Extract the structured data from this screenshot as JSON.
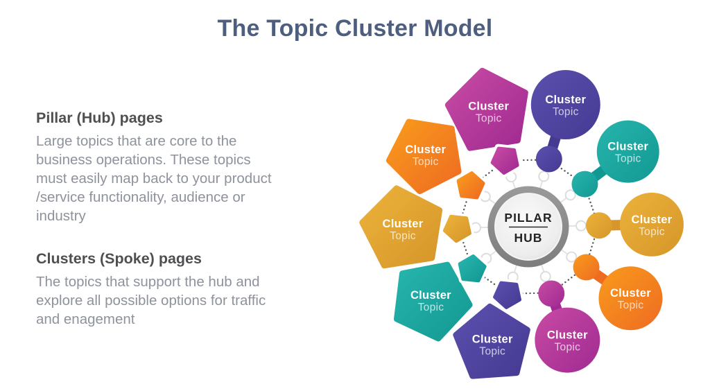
{
  "title": "The Topic Cluster Model",
  "left_panel": {
    "sections": [
      {
        "heading": "Pillar (Hub) pages",
        "body": "Large topics that are core to the\nbusiness operations. These topics\nmust easily map back to your product\n/service functionality, audience or\nindustry"
      },
      {
        "heading": "Clusters (Spoke) pages",
        "body": "The topics that support the hub and\nexplore all possible options for traffic\nand enagement"
      }
    ]
  },
  "palette": {
    "title_color": "#4e5e7e",
    "heading_color": "#4f4f52",
    "body_color": "#8d929c"
  },
  "diagram": {
    "hub": {
      "label_top": "PILLAR",
      "label_bottom": "HUB",
      "ring_color": "#8b8b8b",
      "face_color": "#ececec",
      "text_color": "#242424"
    },
    "dotted_ring_color": "#575757",
    "spider_line_color": "#e3e3e3",
    "node_stroke_color": "#dddddd",
    "spokes": [
      {
        "name": "purple-circle-top",
        "type": "circle",
        "angle": -73,
        "dist": 184,
        "r": 50,
        "color_light": "#5b50ae",
        "color_dark": "#453a92",
        "label": {
          "line1": "Cluster",
          "line2": "Topic"
        }
      },
      {
        "name": "teal-circle-upper-right",
        "type": "circle",
        "angle": -37,
        "dist": 180,
        "r": 45,
        "color_light": "#27b5ad",
        "color_dark": "#129892",
        "label": {
          "line1": "Cluster",
          "line2": "Topic"
        }
      },
      {
        "name": "gold-circle-right",
        "type": "circle",
        "angle": -1,
        "dist": 178,
        "r": 46,
        "color_light": "#ecb23a",
        "color_dark": "#d6962a",
        "label": {
          "line1": "Cluster",
          "line2": "Topic"
        }
      },
      {
        "name": "orange-circle-lower-right",
        "type": "circle",
        "angle": 35,
        "dist": 180,
        "r": 46,
        "color_light": "#f99b1c",
        "color_dark": "#ee6b22",
        "label": {
          "line1": "Cluster",
          "line2": "Topic"
        }
      },
      {
        "name": "magenta-circle-bottom",
        "type": "circle",
        "angle": 71,
        "dist": 173,
        "r": 47,
        "color_light": "#c84ba4",
        "color_dark": "#a02a91",
        "label": {
          "line1": "Cluster",
          "line2": "Topic"
        }
      },
      {
        "name": "purple-pentagon-bottom",
        "type": "pentagon",
        "angle": 107,
        "dist": 177,
        "r": 58,
        "rot": 15,
        "color_light": "#5b50ae",
        "color_dark": "#453a92",
        "label": {
          "line1": "Cluster",
          "line2": "Topic"
        }
      },
      {
        "name": "teal-pentagon-lower-left",
        "type": "pentagon",
        "angle": 143,
        "dist": 176,
        "r": 60,
        "rot": 8,
        "color_light": "#27b5ad",
        "color_dark": "#129892",
        "label": {
          "line1": "Cluster",
          "line2": "Topic"
        }
      },
      {
        "name": "gold-pentagon-left",
        "type": "pentagon",
        "angle": 179,
        "dist": 181,
        "r": 63,
        "rot": 10,
        "color_light": "#ecb23a",
        "color_dark": "#d6962a",
        "label": {
          "line1": "Cluster",
          "line2": "Topic"
        }
      },
      {
        "name": "orange-pentagon-upper-left",
        "type": "pentagon",
        "angle": 215,
        "dist": 181,
        "r": 57,
        "rot": 28,
        "color_light": "#f99b1c",
        "color_dark": "#ee6b22",
        "label": {
          "line1": "Cluster",
          "line2": "Topic"
        }
      },
      {
        "name": "magenta-pentagon-top-left",
        "type": "pentagon",
        "angle": 251,
        "dist": 176,
        "r": 63,
        "rot": 10,
        "color_light": "#c84ba4",
        "color_dark": "#a02a91",
        "label": {
          "line1": "Cluster",
          "line2": "Topic"
        }
      }
    ]
  }
}
